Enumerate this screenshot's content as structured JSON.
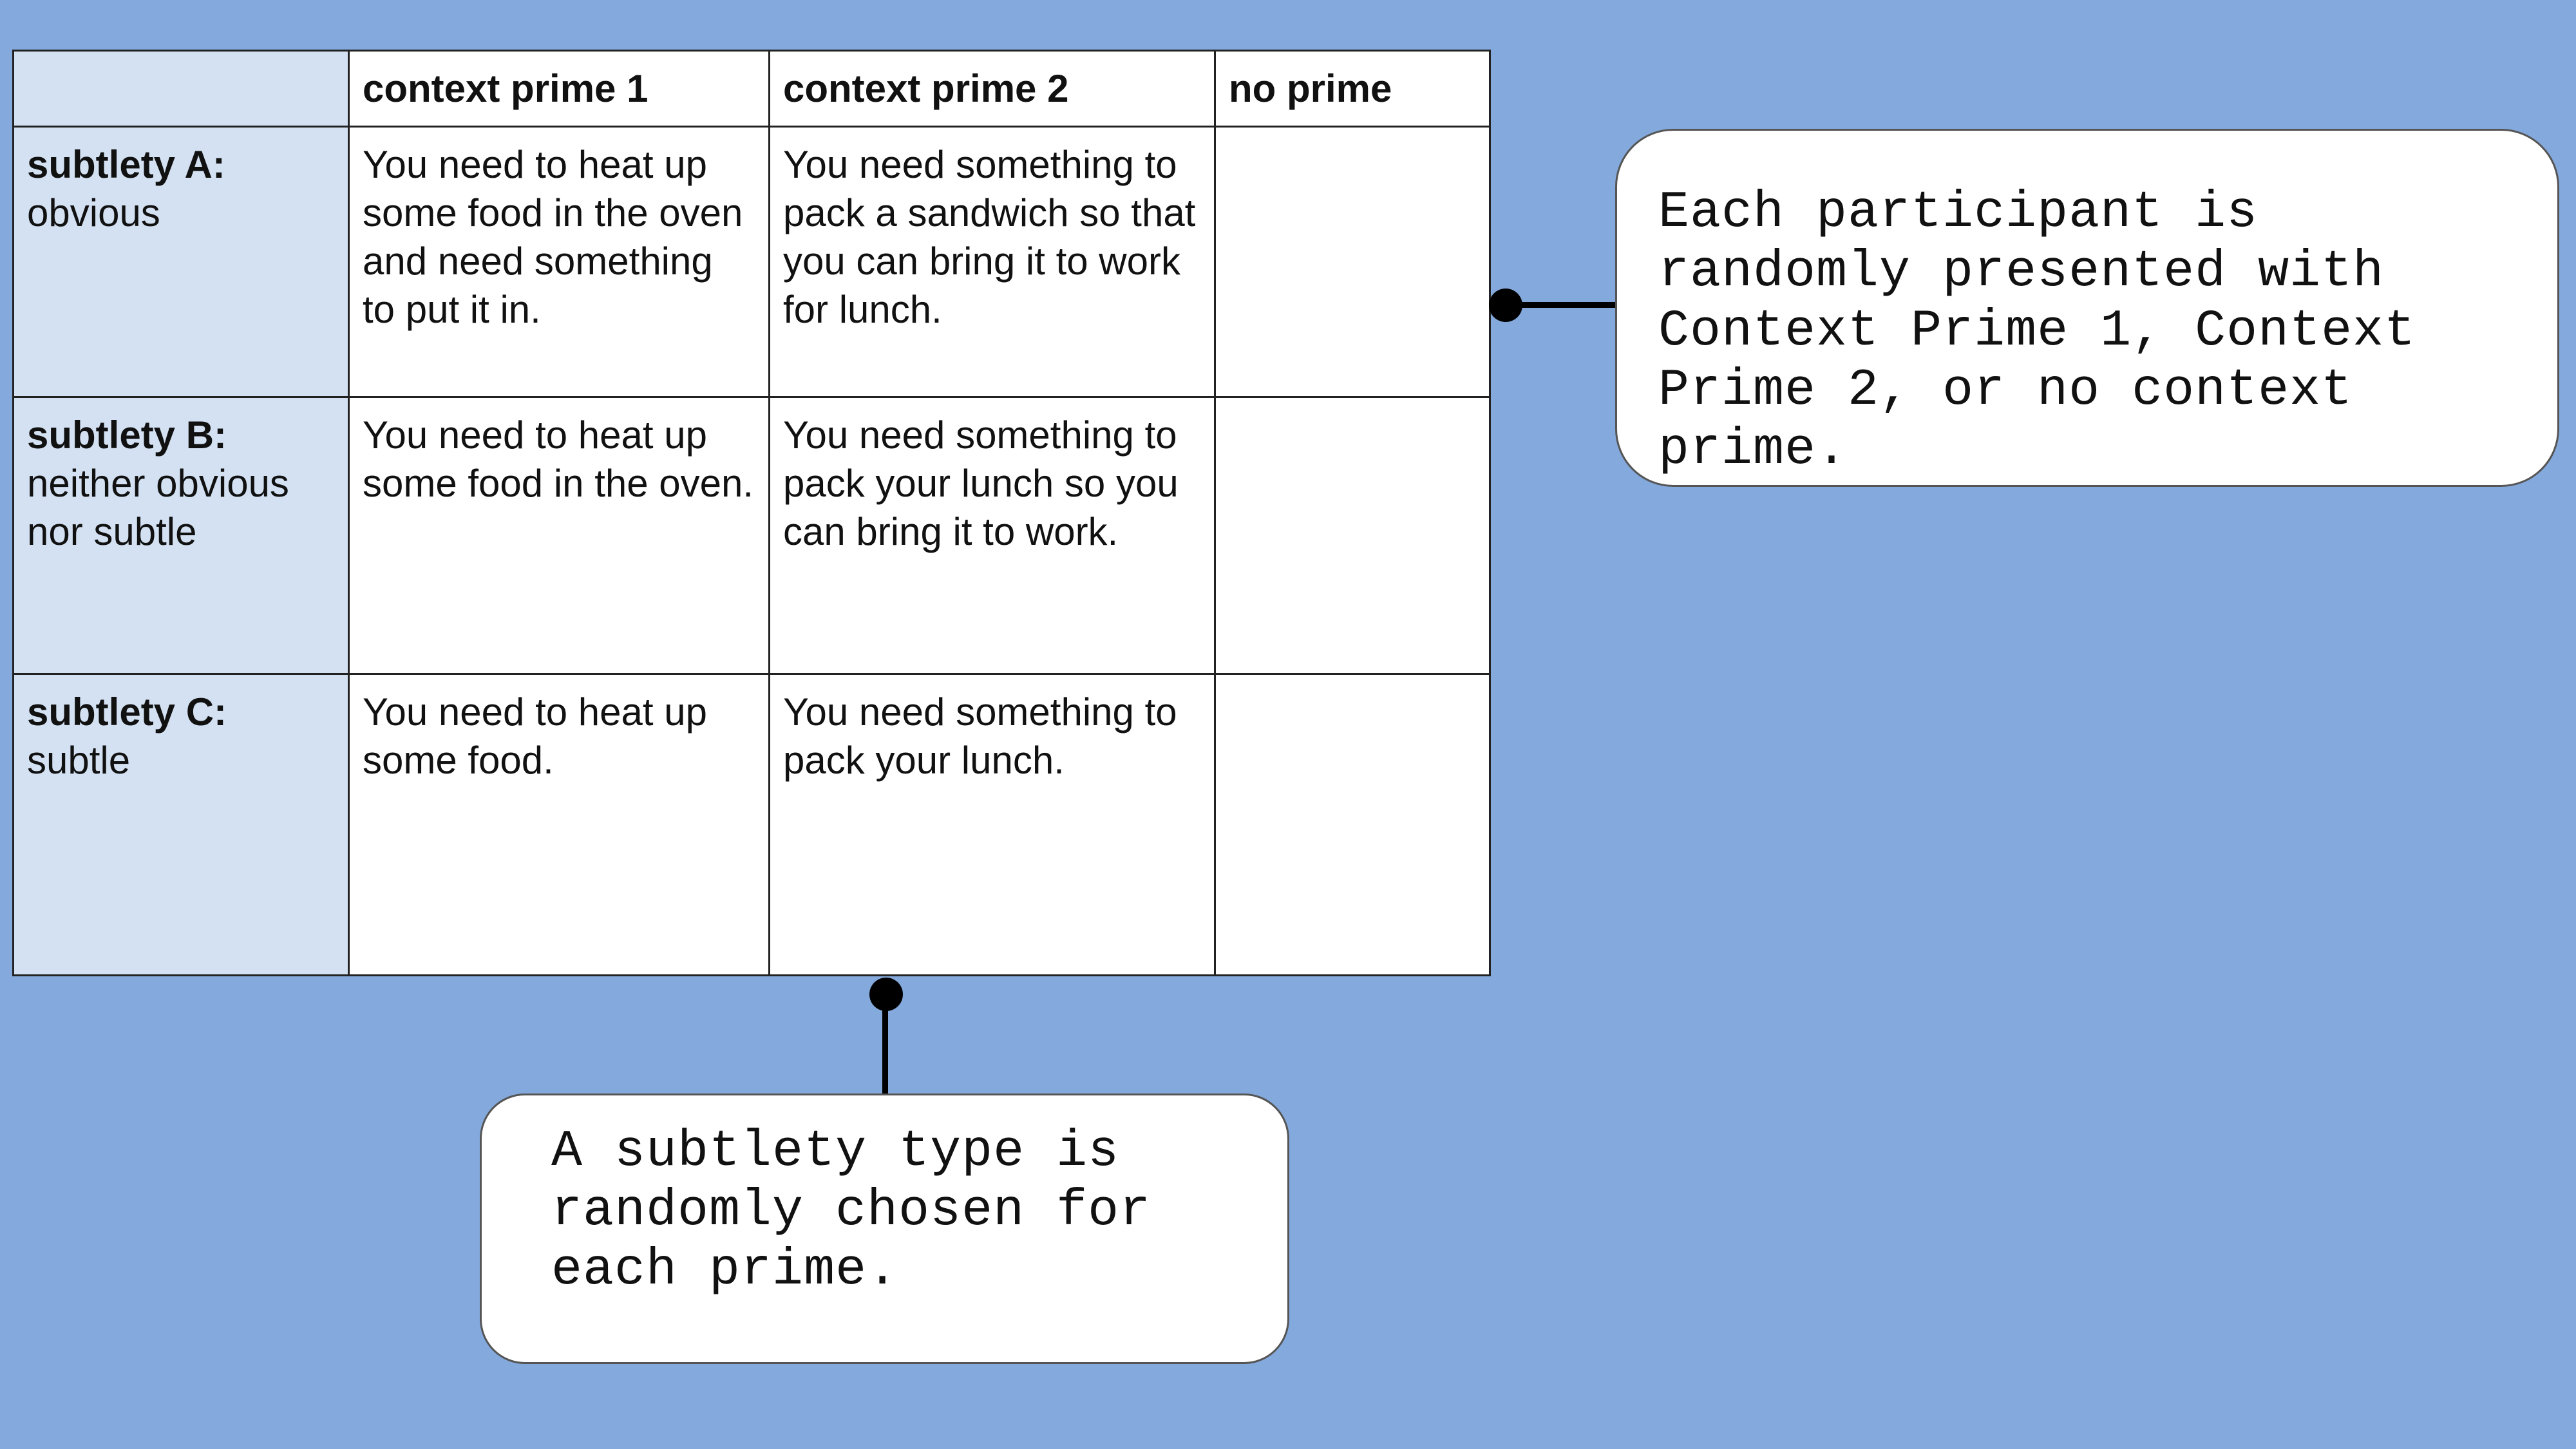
{
  "table": {
    "headers": [
      "",
      "context prime 1",
      "context prime 2",
      "no prime"
    ],
    "rows": [
      {
        "title": "subtlety A:",
        "subtitle": "obvious",
        "prime1": "You need to heat up some food in the oven and need something to put it in.",
        "prime2": "You need something to pack a sandwich so that you can bring it to work for lunch.",
        "none": ""
      },
      {
        "title": "subtlety B:",
        "subtitle": "neither obvious nor subtle",
        "prime1": "You need to heat up some food in the oven.",
        "prime2": "You need something to pack your lunch so you can bring it to work.",
        "none": ""
      },
      {
        "title": "subtlety C:",
        "subtitle": "subtle",
        "prime1": "You need to heat up some food.",
        "prime2": "You need something to pack your lunch.",
        "none": ""
      }
    ]
  },
  "callouts": {
    "participant": "Each participant is randomly presented with Context Prime 1, Context Prime 2, or no context prime.",
    "subtlety": "A subtlety type is randomly chosen for each prime."
  },
  "colors": {
    "background": "#84a9dc",
    "row_header": "#d3e1f2",
    "cell": "#ffffff"
  }
}
